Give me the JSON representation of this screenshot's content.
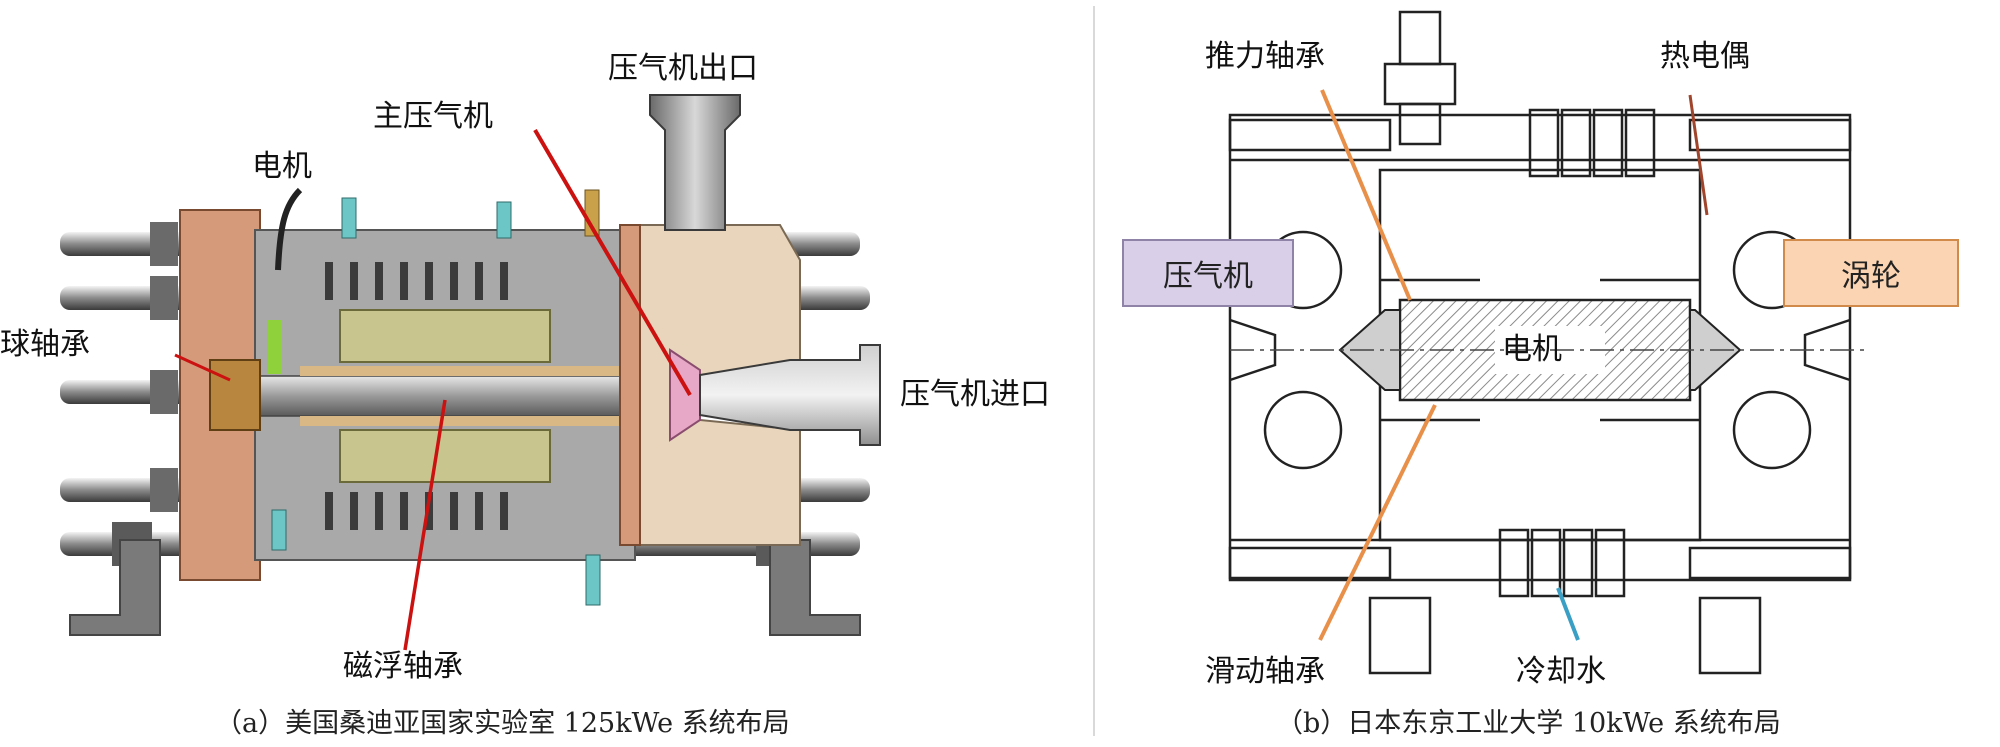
{
  "panel_a": {
    "labels": {
      "compressor_outlet": "压气机出口",
      "main_compressor": "主压气机",
      "motor": "电机",
      "ball_bearing": "球轴承",
      "compressor_inlet": "压气机进口",
      "magnetic_bearing": "磁浮轴承"
    },
    "caption": "（a）美国桑迪亚国家实验室 125kWe 系统布局"
  },
  "panel_b": {
    "labels": {
      "thrust_bearing": "推力轴承",
      "thermocouple": "热电偶",
      "compressor": "压气机",
      "turbine": "涡轮",
      "motor": "电机",
      "sliding_bearing": "滑动轴承",
      "cooling_water": "冷却水"
    },
    "caption": "（b）日本东京工业大学 10kWe 系统布局"
  },
  "colors": {
    "callout_red": "#cc1111",
    "callout_orange": "#e8904a",
    "callout_teal": "#3a9fc4",
    "callout_brown": "#a0442c",
    "compressor_box": "#d9cfe8",
    "turbine_box": "#fbd5b3"
  }
}
